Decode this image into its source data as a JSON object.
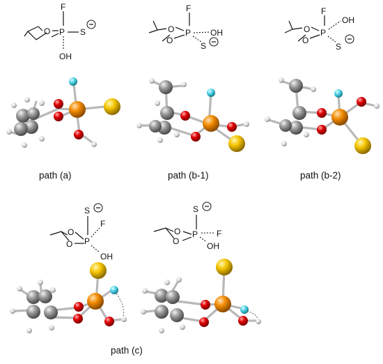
{
  "labels": {
    "a": "path (a)",
    "b1": "path (b-1)",
    "b2": "path (b-2)",
    "c": "path (c)"
  },
  "atoms": {
    "F": "F",
    "S": "S",
    "O": "O",
    "P": "P",
    "OH": "OH",
    "minus": "−"
  },
  "colors": {
    "C": "#8c8c8c",
    "H": "#e8e8e8",
    "O": "#e00000",
    "P": "#f28a00",
    "S": "#f5c400",
    "F": "#4ad2e6"
  }
}
